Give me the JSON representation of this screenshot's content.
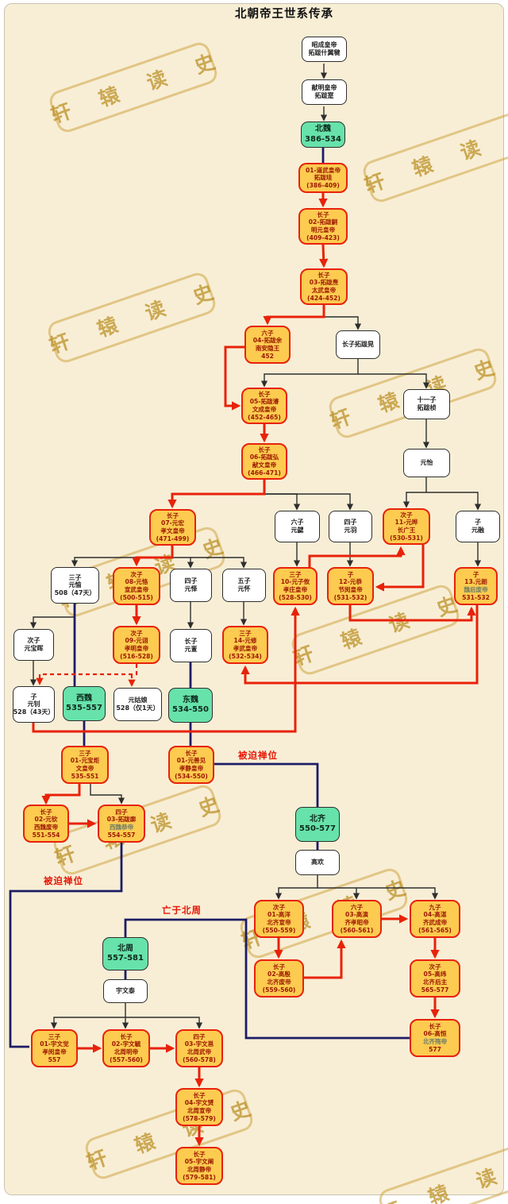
{
  "title": "北朝帝王世系传承",
  "watermark": {
    "text": "轩 辕 读 史"
  },
  "legend_colors": {
    "dynasty_fill": "#67e2aa",
    "emperor_fill": "#fccb50",
    "emperor_border": "#e8220a",
    "succession_line": "#e8220a",
    "relation_line": "#2e2e2e",
    "transition_line": "#1c1c66",
    "background": "#f8eed6"
  },
  "nodes": [
    {
      "id": "zhaocheng",
      "kind": "white",
      "lines": [
        "昭成皇帝",
        "拓跋什翼犍"
      ]
    },
    {
      "id": "xianming",
      "kind": "white",
      "lines": [
        "献明皇帝",
        "拓跋寔"
      ]
    },
    {
      "id": "beiwei",
      "kind": "green",
      "lines": [
        "北魏",
        "386-534"
      ]
    },
    {
      "id": "n01",
      "kind": "orange",
      "lines": [
        "01-道武皇帝",
        "拓跋珪",
        "(386-409)"
      ]
    },
    {
      "id": "n02",
      "kind": "orange",
      "lines": [
        "长子",
        "02-拓跋嗣",
        "明元皇帝",
        "(409-423)"
      ]
    },
    {
      "id": "n03",
      "kind": "orange",
      "lines": [
        "长子",
        "03-拓跋焘",
        "太武皇帝",
        "(424-452)"
      ]
    },
    {
      "id": "n04",
      "kind": "orange",
      "lines": [
        "六子",
        "04-拓跋余",
        "南安隐王",
        "452"
      ]
    },
    {
      "id": "tbhuang",
      "kind": "white",
      "lines": [
        "长子拓跋晃"
      ]
    },
    {
      "id": "n05",
      "kind": "orange",
      "lines": [
        "长子",
        "05-拓跋濬",
        "文成皇帝",
        "(452-465)"
      ]
    },
    {
      "id": "shiyizi",
      "kind": "white",
      "lines": [
        "十一子",
        "拓跋桢"
      ]
    },
    {
      "id": "n06",
      "kind": "orange",
      "lines": [
        "长子",
        "06-拓跋弘",
        "献文皇帝",
        "(466-471)"
      ]
    },
    {
      "id": "yuanyi",
      "kind": "white",
      "lines": [
        "元怡"
      ]
    },
    {
      "id": "n07",
      "kind": "orange",
      "lines": [
        "长子",
        "07-元宏",
        "孝文皇帝",
        "(471-499)"
      ]
    },
    {
      "id": "yuanxie",
      "kind": "white",
      "lines": [
        "六子",
        "元勰"
      ]
    },
    {
      "id": "yuanyu",
      "kind": "white",
      "lines": [
        "四子",
        "元羽"
      ]
    },
    {
      "id": "n11",
      "kind": "orange",
      "lines": [
        "次子",
        "11-元晔",
        "长广王",
        "(530-531)"
      ]
    },
    {
      "id": "yuanrong",
      "kind": "white",
      "lines": [
        "子",
        "元融"
      ]
    },
    {
      "id": "yuanyu2",
      "kind": "white",
      "lines": [
        "三子",
        "元愉",
        "508（47天）"
      ]
    },
    {
      "id": "n08",
      "kind": "orange",
      "lines": [
        "次子",
        "08-元恪",
        "宣武皇帝",
        "(500-515)"
      ]
    },
    {
      "id": "yuanyi2",
      "kind": "white",
      "lines": [
        "四子",
        "元怿"
      ]
    },
    {
      "id": "yuanhuai",
      "kind": "white",
      "lines": [
        "五子",
        "元怀"
      ]
    },
    {
      "id": "n10",
      "kind": "orange",
      "lines": [
        "三子",
        "10-元子攸",
        "孝庄皇帝",
        "(528-530)"
      ]
    },
    {
      "id": "n12",
      "kind": "orange",
      "lines": [
        "子",
        "12-元恭",
        "节闵皇帝",
        "(531-532)"
      ]
    },
    {
      "id": "n13",
      "kind": "orange",
      "lines": [
        "子",
        "13.元朗",
        "魏后废帝",
        "531-532"
      ],
      "muted": 2
    },
    {
      "id": "ybh",
      "kind": "white",
      "lines": [
        "次子",
        "元宝晖"
      ]
    },
    {
      "id": "n09",
      "kind": "orange",
      "lines": [
        "次子",
        "09-元诩",
        "孝明皇帝",
        "(516-528)"
      ]
    },
    {
      "id": "yuandan",
      "kind": "white",
      "lines": [
        "长子",
        "元亶"
      ]
    },
    {
      "id": "n14",
      "kind": "orange",
      "lines": [
        "三子",
        "14-元修",
        "孝武皇帝",
        "(532-534)"
      ]
    },
    {
      "id": "yuanzhao",
      "kind": "white",
      "lines": [
        "子",
        "元钊",
        "528（43天）"
      ]
    },
    {
      "id": "xiwei",
      "kind": "green",
      "lines": [
        "西魏",
        "535-557"
      ]
    },
    {
      "id": "ygn",
      "kind": "white",
      "lines": [
        "元姑娘",
        "528（仅1天）"
      ]
    },
    {
      "id": "dongwei",
      "kind": "green",
      "lines": [
        "东魏",
        "534-550"
      ]
    },
    {
      "id": "w01",
      "kind": "orange",
      "lines": [
        "三子",
        "01-元宝炬",
        "文皇帝",
        "535-551"
      ]
    },
    {
      "id": "e01",
      "kind": "orange",
      "lines": [
        "长子",
        "01-元善见",
        "孝静皇帝",
        "(534-550)"
      ]
    },
    {
      "id": "w02",
      "kind": "orange",
      "lines": [
        "长子",
        "02-元钦",
        "西魏废帝",
        "551-554"
      ]
    },
    {
      "id": "w03",
      "kind": "orange",
      "lines": [
        "四子",
        "03-拓跋廓",
        "西魏恭帝",
        "554-557"
      ],
      "muted": 2
    },
    {
      "id": "beiqi",
      "kind": "green",
      "lines": [
        "北齐",
        "550-577"
      ]
    },
    {
      "id": "gaohuan",
      "kind": "white",
      "lines": [
        "高欢"
      ]
    },
    {
      "id": "q01",
      "kind": "orange",
      "lines": [
        "次子",
        "01-高洋",
        "北齐宣帝",
        "(550-559)"
      ]
    },
    {
      "id": "q03",
      "kind": "orange",
      "lines": [
        "六子",
        "03-高演",
        "齐孝昭帝",
        "(560-561)"
      ]
    },
    {
      "id": "q04",
      "kind": "orange",
      "lines": [
        "九子",
        "04-高湛",
        "齐武成帝",
        "(561-565)"
      ]
    },
    {
      "id": "q02",
      "kind": "orange",
      "lines": [
        "长子",
        "02-高殷",
        "北齐废帝",
        "(559-560)"
      ]
    },
    {
      "id": "q05",
      "kind": "orange",
      "lines": [
        "次子",
        "05-高纬",
        "北齐后主",
        "565-577"
      ]
    },
    {
      "id": "q06",
      "kind": "orange",
      "lines": [
        "长子",
        "06-高恒",
        "北齐殇帝",
        "577"
      ],
      "muted": 2
    },
    {
      "id": "beizhou",
      "kind": "green",
      "lines": [
        "北周",
        "557-581"
      ]
    },
    {
      "id": "ywt",
      "kind": "white",
      "lines": [
        "宇文泰"
      ]
    },
    {
      "id": "z01",
      "kind": "orange",
      "lines": [
        "三子",
        "01-宇文觉",
        "孝闵皇帝",
        "557"
      ]
    },
    {
      "id": "z02",
      "kind": "orange",
      "lines": [
        "长子",
        "02-宇文毓",
        "北周明帝",
        "(557-560)"
      ]
    },
    {
      "id": "z03",
      "kind": "orange",
      "lines": [
        "四子",
        "03-宇文邕",
        "北周武帝",
        "(560-578)"
      ]
    },
    {
      "id": "z04",
      "kind": "orange",
      "lines": [
        "长子",
        "04-宇文赟",
        "北周宣帝",
        "(578-579)"
      ]
    },
    {
      "id": "z05",
      "kind": "orange",
      "lines": [
        "长子",
        "05-宇文阐",
        "北周静帝",
        "(579-581)"
      ]
    }
  ],
  "edge_labels": [
    {
      "id": "e_abdicate",
      "text": "被迫禅位"
    },
    {
      "id": "w_abdicate",
      "text": "被迫禅位"
    },
    {
      "id": "fell_to_zhou",
      "text": "亡于北周"
    }
  ]
}
